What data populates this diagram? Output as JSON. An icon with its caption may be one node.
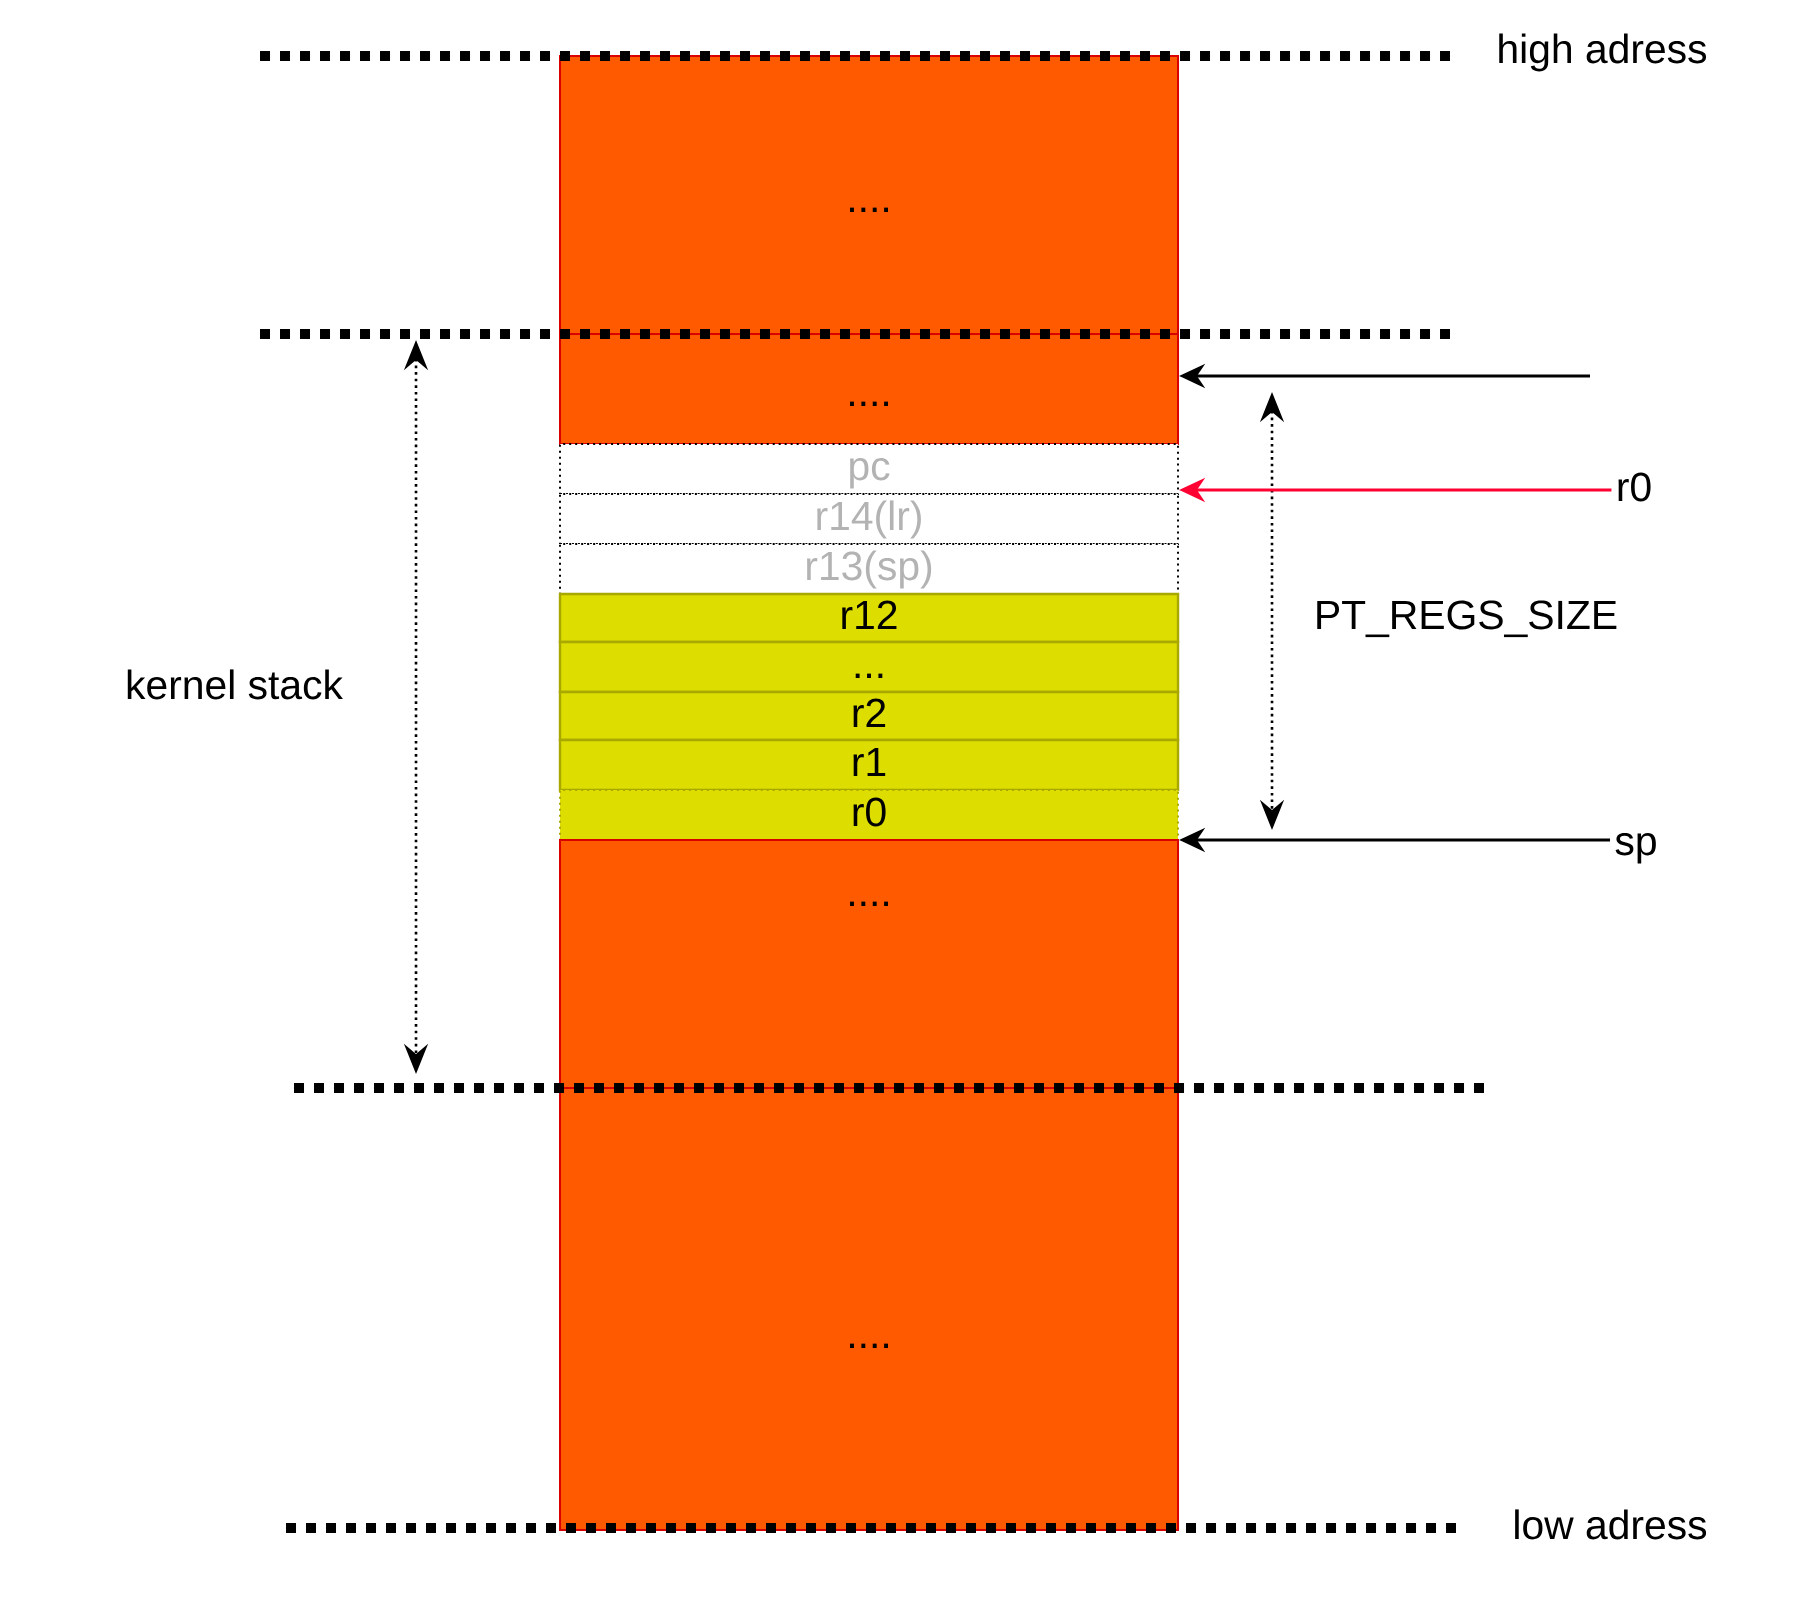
{
  "diagram": {
    "nodes": [
      {
        "text": [
          "...."
        ]
      },
      {
        "text": [
          "...."
        ]
      },
      {
        "text": [
          "pc"
        ]
      },
      {
        "text": [
          "r14(lr)"
        ]
      },
      {
        "text": [
          "r13(sp)"
        ]
      },
      {
        "text": [
          "r12"
        ]
      },
      {
        "text": [
          "..."
        ]
      },
      {
        "text": [
          "r2"
        ]
      },
      {
        "text": [
          "r1"
        ]
      },
      {
        "text": [
          "r0"
        ]
      },
      {
        "text": [
          "...."
        ]
      },
      {
        "text": [
          "...."
        ]
      },
      {
        "text": [
          "r0"
        ]
      },
      {
        "text": [
          "sp"
        ]
      }
    ],
    "edges": [
      {
        "from": null,
        "to": 1,
        "arrow": "to"
      },
      {
        "from": 12,
        "to": 2,
        "arrow": "to",
        "color": "#ff0033"
      },
      {
        "from": 13,
        "to": 9,
        "arrow": "to"
      }
    ],
    "labels": [
      "high adress",
      "PT_REGS_SIZE",
      "kernel stack",
      "low adress"
    ]
  }
}
